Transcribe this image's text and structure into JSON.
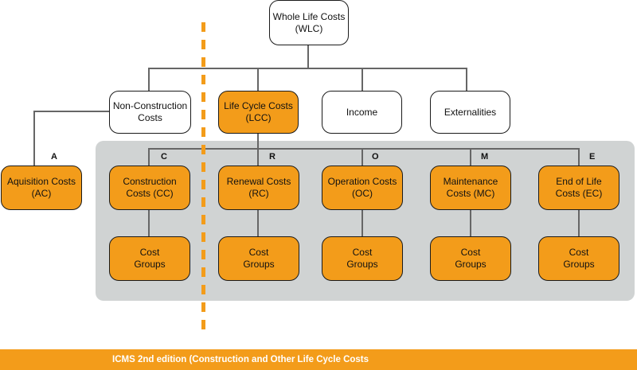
{
  "nodes": {
    "wlc": "Whole Life Costs\n(WLC)",
    "non_construction": "Non-Construction\nCosts",
    "lcc": "Life Cycle Costs\n(LCC)",
    "income": "Income",
    "externalities": "Externalities",
    "acquisition": "Aquisition Costs\n(AC)",
    "construction": "Construction\nCosts (CC)",
    "renewal": "Renewal Costs\n(RC)",
    "operation": "Operation Costs\n(OC)",
    "maintenance": "Maintenance\nCosts (MC)",
    "end_of_life": "End of Life\nCosts (EC)",
    "cost_groups": "Cost\nGroups"
  },
  "letters": {
    "a": "A",
    "c": "C",
    "r": "R",
    "o": "O",
    "m": "M",
    "e": "E"
  },
  "footer": "ICMS 2nd edition (Construction and Other Life Cycle Costs",
  "colors": {
    "accent": "#f39c1a",
    "panel": "#d0d3d3",
    "border": "#1a1a1a"
  }
}
